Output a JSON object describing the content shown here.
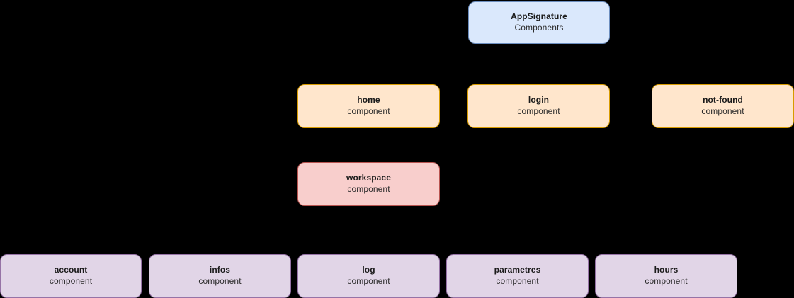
{
  "diagram": {
    "type": "component-hierarchy",
    "background_color": "#000000",
    "palette": {
      "blue_fill": "#dae8fc",
      "blue_border": "#6c8ebf",
      "orange_fill": "#ffe6cc",
      "orange_border": "#d79b00",
      "pink_fill": "#f8cecc",
      "pink_border": "#b85450",
      "purple_fill": "#e1d5e7",
      "purple_border": "#9673a6"
    },
    "root": {
      "title": "AppSignature",
      "subtitle": "Components"
    },
    "level_routes": [
      {
        "title": "home",
        "subtitle": "component"
      },
      {
        "title": "login",
        "subtitle": "component"
      },
      {
        "title": "not-found",
        "subtitle": "component"
      }
    ],
    "level_workspace": [
      {
        "title": "workspace",
        "subtitle": "component"
      }
    ],
    "level_features": [
      {
        "title": "account",
        "subtitle": "component"
      },
      {
        "title": "infos",
        "subtitle": "component"
      },
      {
        "title": "log",
        "subtitle": "component"
      },
      {
        "title": "parametres",
        "subtitle": "component"
      },
      {
        "title": "hours",
        "subtitle": "component"
      }
    ]
  }
}
